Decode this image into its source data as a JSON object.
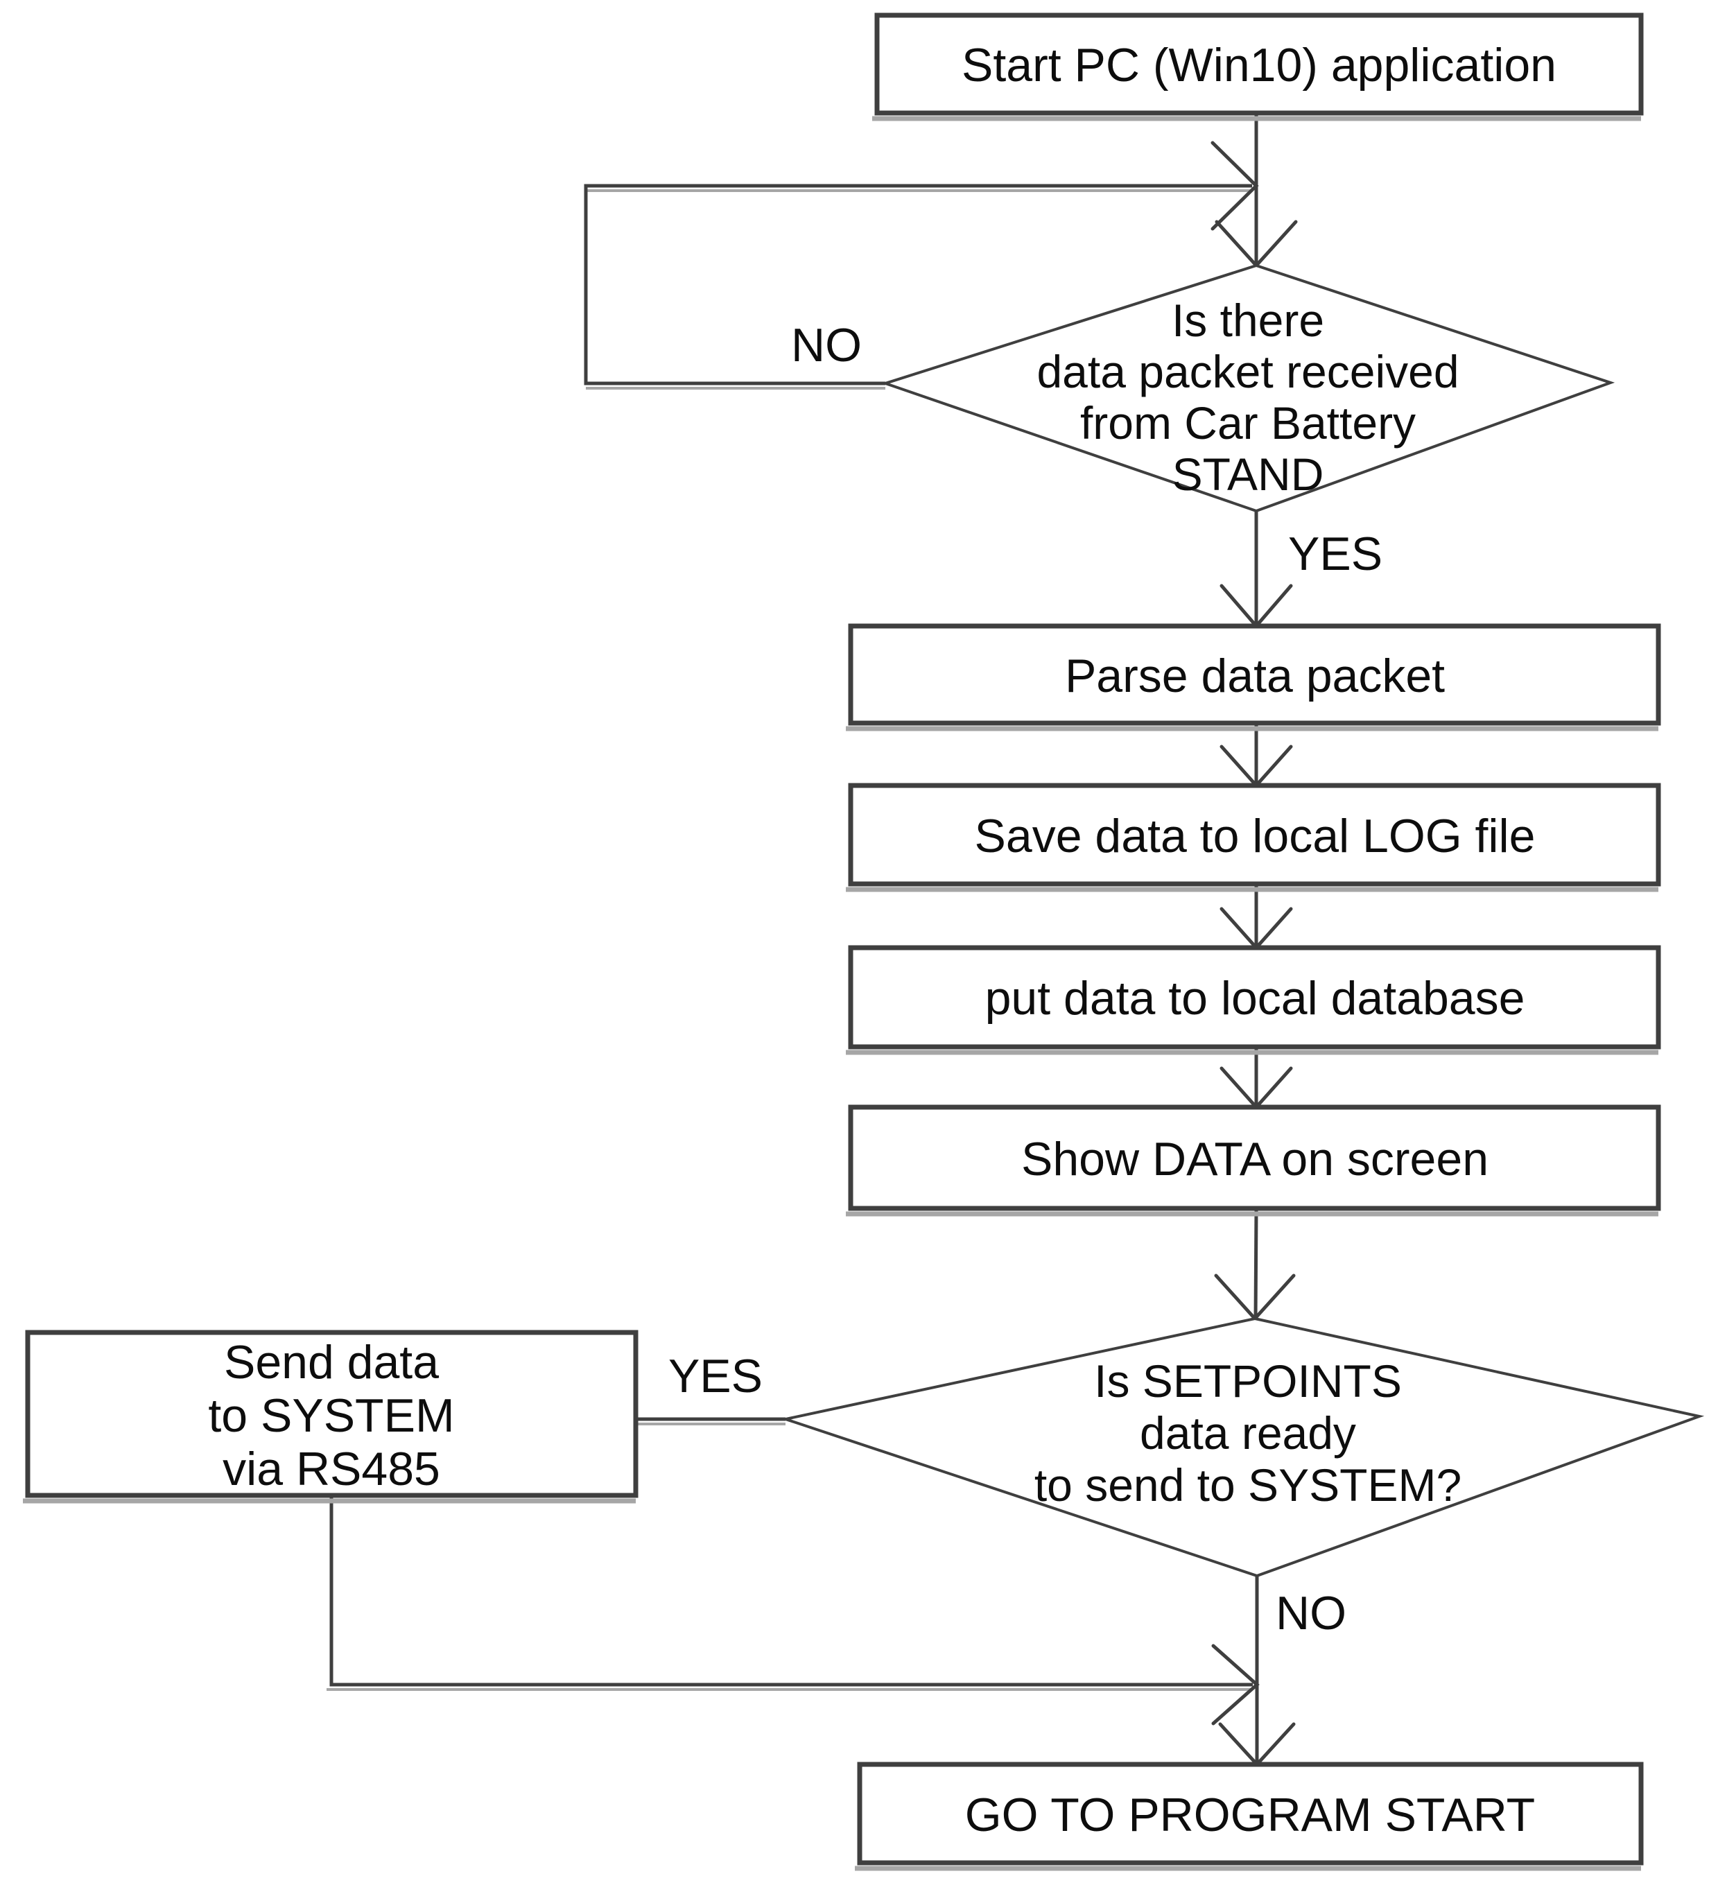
{
  "flowchart": {
    "nodes": {
      "start": {
        "label": "Start PC (Win10) application"
      },
      "decision_packet": {
        "lines": [
          "Is there",
          "data packet received",
          "from Car Battery",
          "STAND"
        ]
      },
      "parse": {
        "label": "Parse data packet"
      },
      "save_log": {
        "label": "Save data to local LOG file"
      },
      "put_db": {
        "label": "put data to local database"
      },
      "show_data": {
        "label": "Show DATA on screen"
      },
      "decision_setpoints": {
        "lines": [
          "Is SETPOINTS",
          "data ready",
          "to send to SYSTEM?"
        ]
      },
      "send_rs485": {
        "lines": [
          "Send data",
          "to SYSTEM",
          "via RS485"
        ]
      },
      "goto_start": {
        "label": "GO TO PROGRAM START"
      }
    },
    "edge_labels": {
      "packet_no": "NO",
      "packet_yes": "YES",
      "setpoints_yes": "YES",
      "setpoints_no": "NO"
    },
    "colors": {
      "line": "#3f3f3f",
      "shadow": "#a6a6a6",
      "text": "#0d0d0d",
      "background": "#ffffff"
    }
  }
}
